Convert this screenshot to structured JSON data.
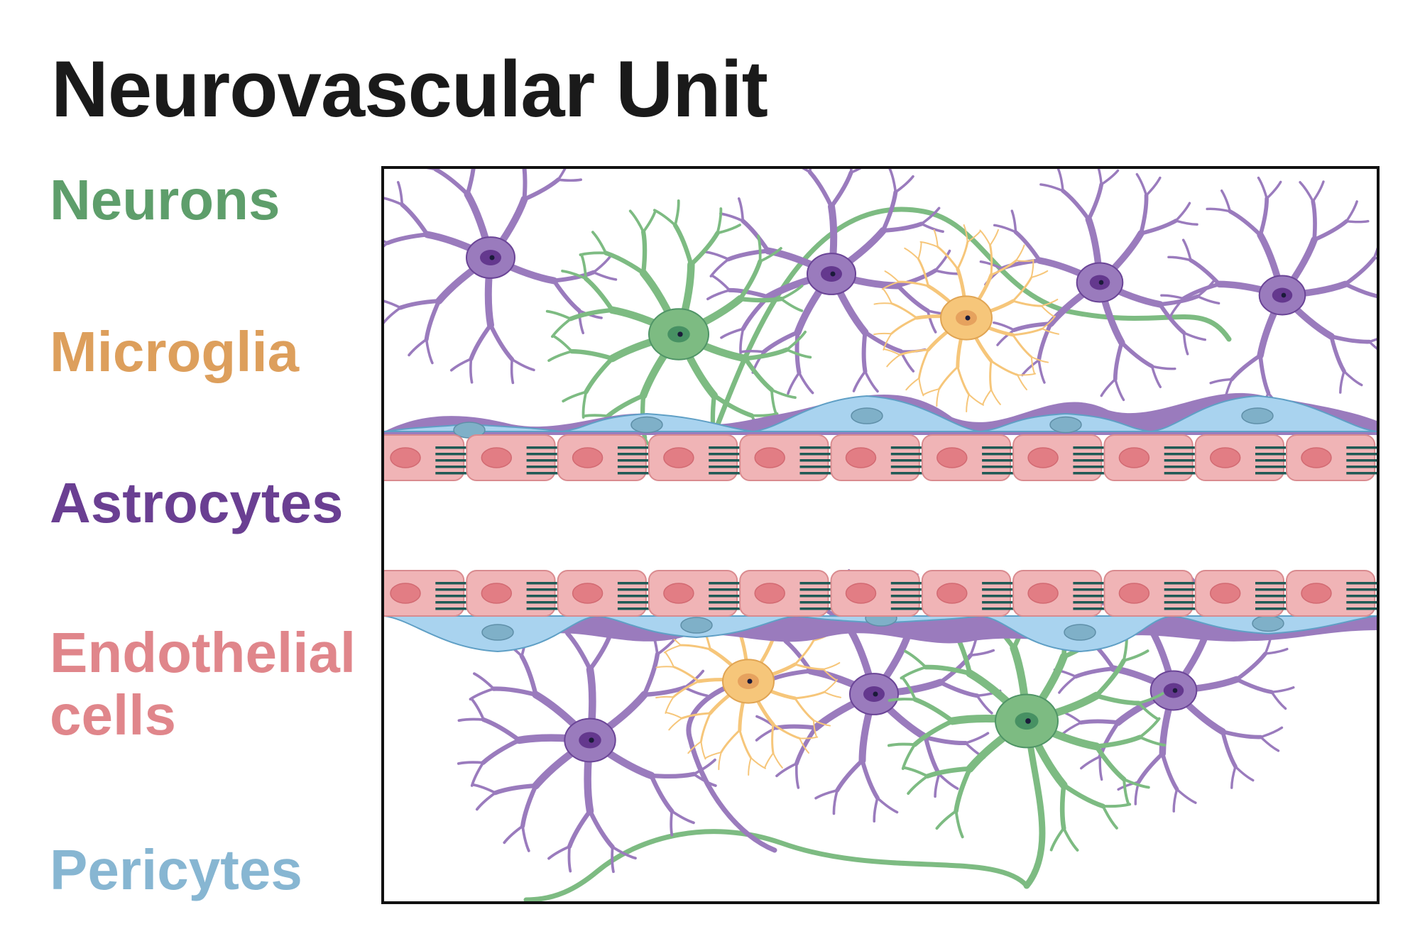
{
  "title": "Neurovascular Unit",
  "legend": {
    "neurons": {
      "label": "Neurons",
      "color": "#5e9e6b"
    },
    "microglia": {
      "label": "Microglia",
      "color": "#dd9f5c"
    },
    "astrocytes": {
      "label": "Astrocytes",
      "color": "#6a3f92"
    },
    "endothelial": {
      "label": "Endothelial cells",
      "color": "#e0868b"
    },
    "pericytes": {
      "label": "Pericytes",
      "color": "#87b6d2"
    }
  },
  "palette": {
    "astro_fill": "#9a7bbd",
    "astro_dark": "#6a4496",
    "neuron_fill": "#7dbb82",
    "neuron_dark": "#4f9466",
    "microglia_fill": "#f6c67a",
    "microglia_dark": "#e0a453",
    "endo_fill": "#f0b4b6",
    "endo_nucleus": "#e27d84",
    "peri_fill": "#a9d3ef",
    "peri_nucleus": "#7fb0c8",
    "junction": "#1f5a55"
  }
}
